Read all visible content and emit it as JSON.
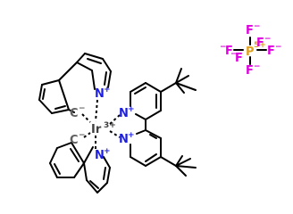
{
  "colors": {
    "nitrogen": "#1f1fe0",
    "carbon": "#606060",
    "iridium": "#404040",
    "phosphorus": "#e0a020",
    "fluorine": "#e000e0",
    "bond": "#000000"
  },
  "labels": {
    "ir": "Ir",
    "ir_charge": "3+",
    "n_top": "N",
    "n_top_charge": "+",
    "c_top": "C",
    "c_top_charge": "−",
    "c_bot": "C",
    "c_bot_charge": "−",
    "n_bot": "N",
    "n_bot_charge": "+",
    "n_bpy1": "N",
    "n_bpy1_charge": "+",
    "n_bpy2": "N",
    "n_bpy2_charge": "+",
    "p": "P",
    "p_charge": "5+",
    "f_top": "F",
    "f_top_charge": "−",
    "f_bot": "F",
    "f_bot_charge": "−",
    "f_left": "F",
    "f_left_charge": "−",
    "f_right": "F",
    "f_right_charge": "−",
    "f_ul": "F",
    "f_ul_charge": "−",
    "f_ur": "F",
    "f_ur_charge": "−"
  }
}
